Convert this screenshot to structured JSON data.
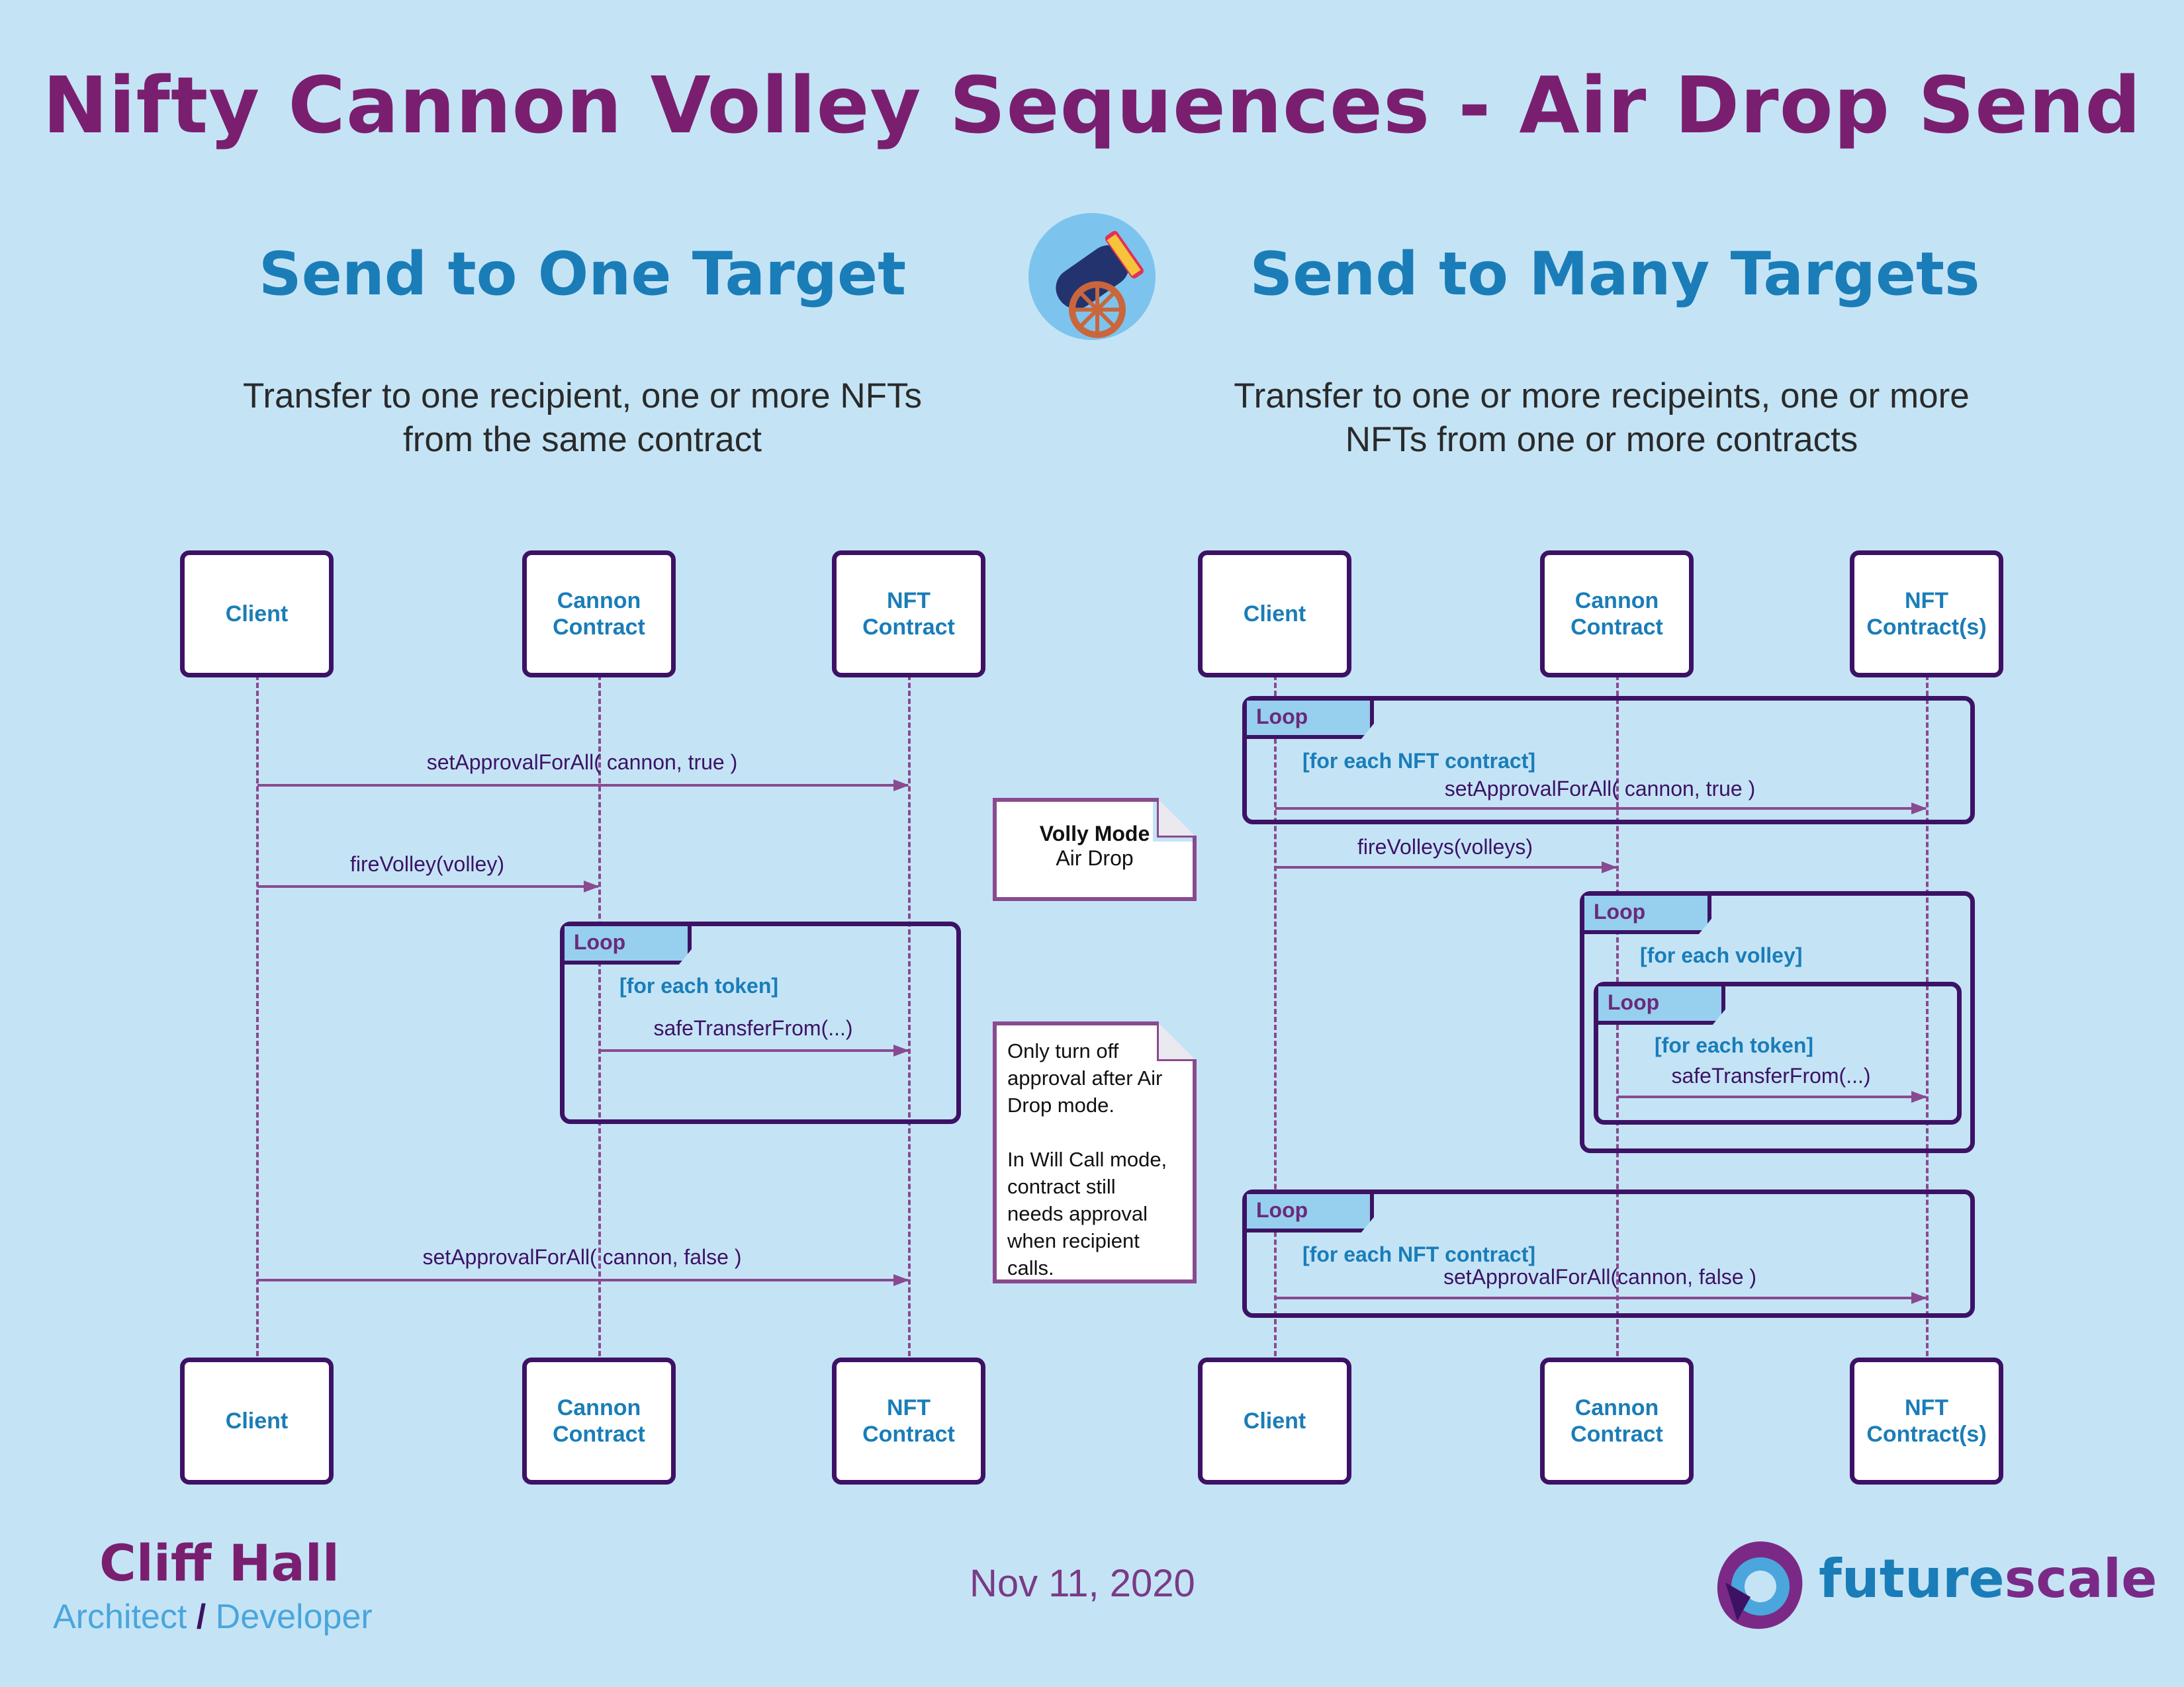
{
  "title": "Nifty Cannon Volley Sequences - Air Drop Send",
  "left": {
    "heading": "Send to One Target",
    "desc_line1": "Transfer to one recipient, one or more NFTs",
    "desc_line2": "from the same contract",
    "actors": {
      "client": "Client",
      "cannon_l1": "Cannon",
      "cannon_l2": "Contract",
      "nft_l1": "NFT",
      "nft_l2": "Contract"
    },
    "messages": {
      "approve_on": "setApprovalForAll( cannon, true )",
      "fire": "fireVolley(volley)",
      "transfer": "safeTransferFrom(...)",
      "approve_off": "setApprovalForAll( cannon, false )"
    },
    "loop": {
      "label": "Loop",
      "guard": "[for each token]"
    }
  },
  "right": {
    "heading": "Send to Many Targets",
    "desc_line1": "Transfer to one or more recipeints, one or more",
    "desc_line2": "NFTs from one or more contracts",
    "actors": {
      "client": "Client",
      "cannon_l1": "Cannon",
      "cannon_l2": "Contract",
      "nft_l1": "NFT",
      "nft_l2": "Contract(s)"
    },
    "messages": {
      "approve_on": "setApprovalForAll( cannon, true )",
      "fire": "fireVolleys(volleys)",
      "transfer": "safeTransferFrom(...)",
      "approve_off": "setApprovalForAll(cannon, false )"
    },
    "loop1": {
      "label": "Loop",
      "guard": "[for each NFT contract]"
    },
    "loop2": {
      "label": "Loop",
      "guard": "[for each volley]"
    },
    "loop3": {
      "label": "Loop",
      "guard": "[for each token]"
    },
    "loop4": {
      "label": "Loop",
      "guard": "[for each NFT contract]"
    }
  },
  "notes": {
    "mode_title": "Volly Mode",
    "mode_value": "Air Drop",
    "approval_lines": [
      "Only turn off",
      "approval after Air",
      "Drop mode.",
      "",
      "In Will Call mode,",
      "contract still",
      "needs approval",
      "when recipient",
      "calls."
    ]
  },
  "footer": {
    "author": "Cliff Hall",
    "role_a": "Architect",
    "role_sep": "/",
    "role_b": "Developer",
    "date": "Nov 11, 2020",
    "brand_a": "future",
    "brand_b": "scale"
  },
  "colors": {
    "background": "#c4e4f6",
    "title": "#7a1f6f",
    "heading": "#1a7db8",
    "frame": "#3d1265",
    "arrow": "#8a4a8f",
    "loop_tab": "#97cfee"
  },
  "icons": [
    "cannon-icon",
    "futurescale-logo-icon"
  ]
}
